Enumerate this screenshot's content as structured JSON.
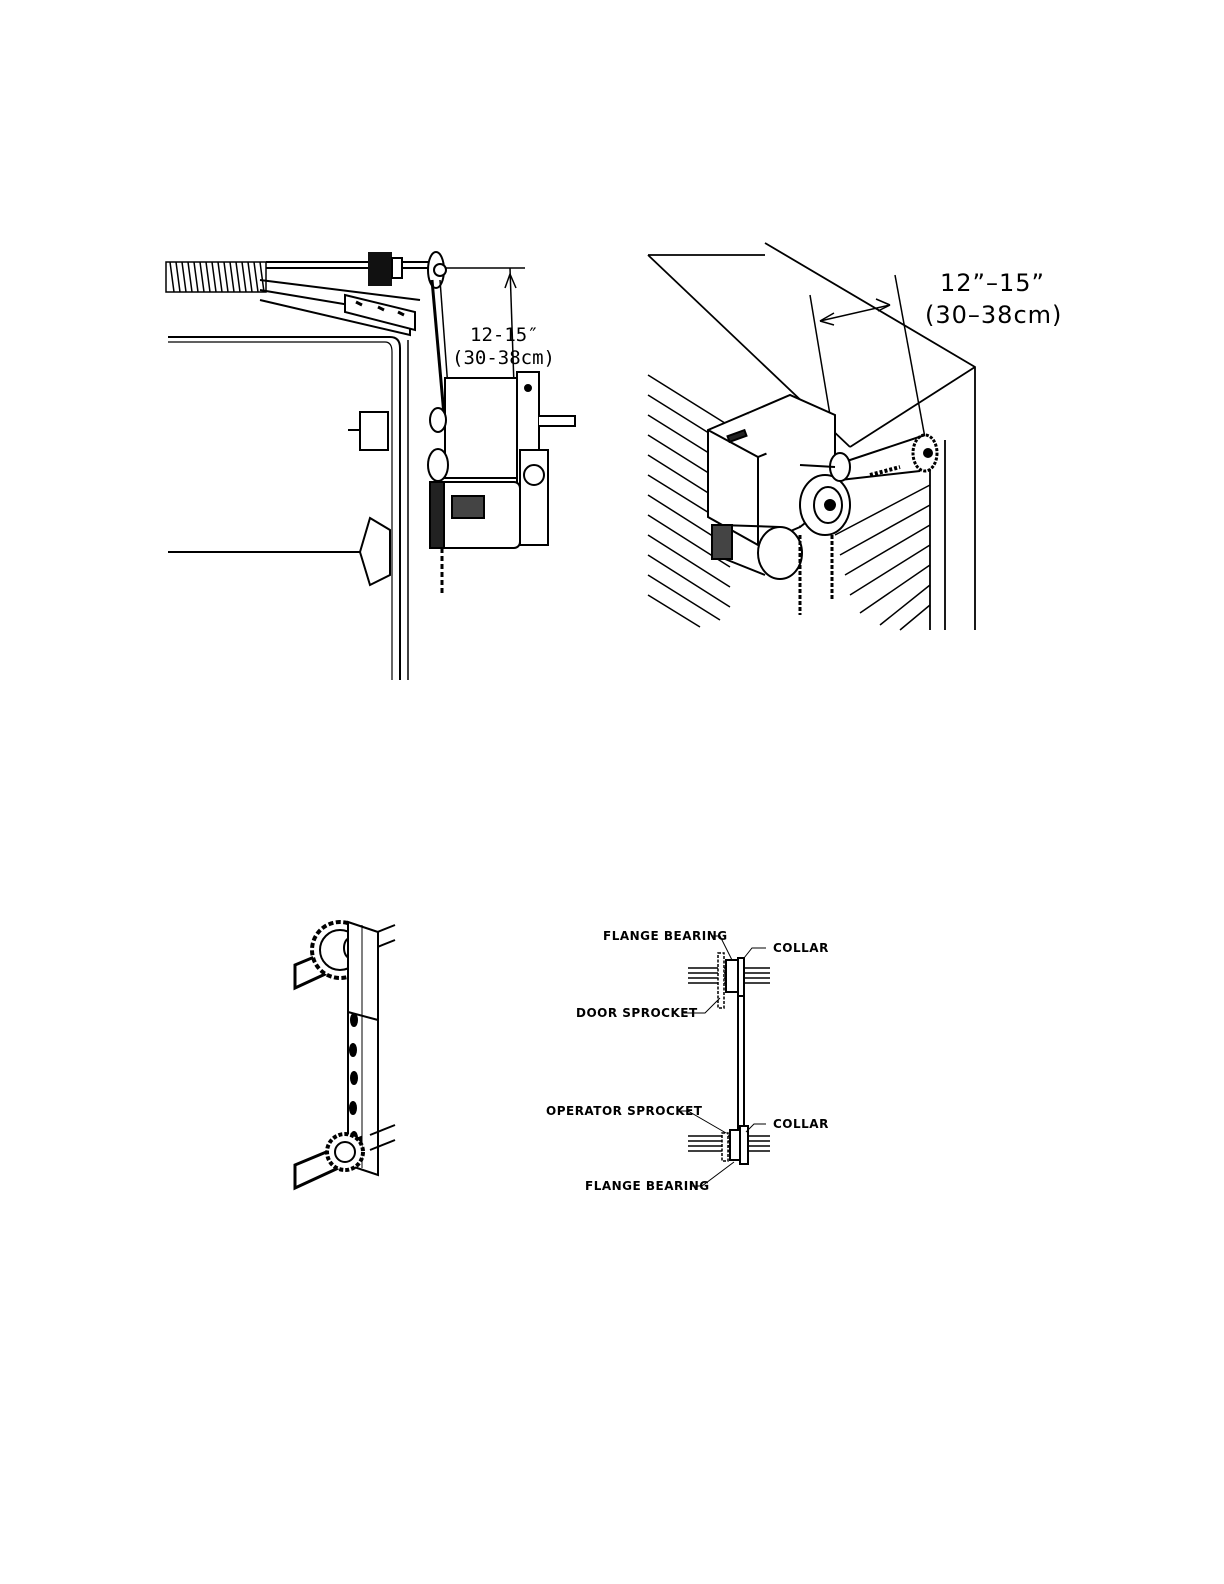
{
  "figures": {
    "side_view": {
      "dimension_in": "12-15″",
      "dimension_cm": "(30-38cm)"
    },
    "iso_view": {
      "dimension_in": "12”–15”",
      "dimension_cm": "(30–38cm)"
    },
    "sprocket_diagram": {
      "flange_bearing_top": "FLANGE BEARING",
      "collar_top": "COLLAR",
      "door_sprocket": "DOOR SPROCKET",
      "operator_sprocket": "OPERATOR SPROCKET",
      "collar_bottom": "COLLAR",
      "flange_bearing_bottom": "FLANGE BEARING"
    }
  }
}
